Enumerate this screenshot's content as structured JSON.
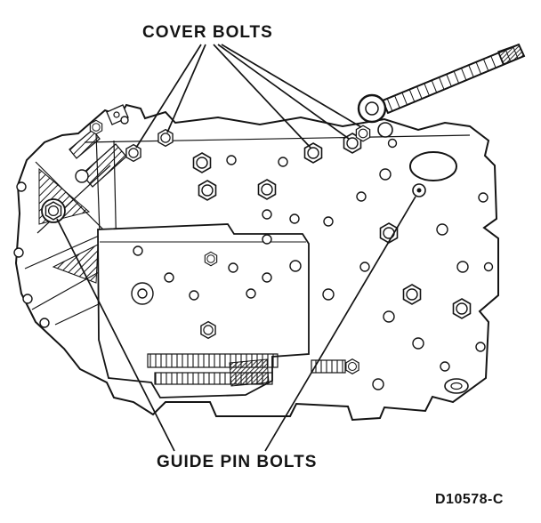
{
  "meta": {
    "background_color": "#ffffff",
    "ink_color": "#141414"
  },
  "diagram": {
    "subject": "transmission-valve-body",
    "callouts": {
      "cover_bolts": "COVER BOLTS",
      "guide_pin_bolts": "GUIDE PIN BOLTS"
    },
    "figure_number": "D10578-C"
  }
}
